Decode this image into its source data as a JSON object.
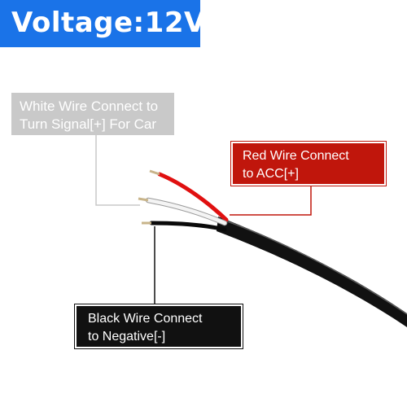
{
  "header": {
    "title": "Voltage:12V",
    "background_color": "#1a73e8"
  },
  "callouts": {
    "white_wire": {
      "line1": "White Wire Connect to",
      "line2": "Turn Signal[+] For Car",
      "color": "#c9c9c9"
    },
    "red_wire": {
      "line1": "Red Wire Connect",
      "line2": "to ACC[+]",
      "color": "#c0160c"
    },
    "black_wire": {
      "line1": "Black Wire Connect",
      "line2": "to Negative[-]",
      "color": "#111111"
    }
  },
  "wire_colors": {
    "red": "#e01010",
    "white": "#f4f4f4",
    "black": "#0a0a0a",
    "cable_jacket": "#111111",
    "copper": "#c8b48a"
  }
}
